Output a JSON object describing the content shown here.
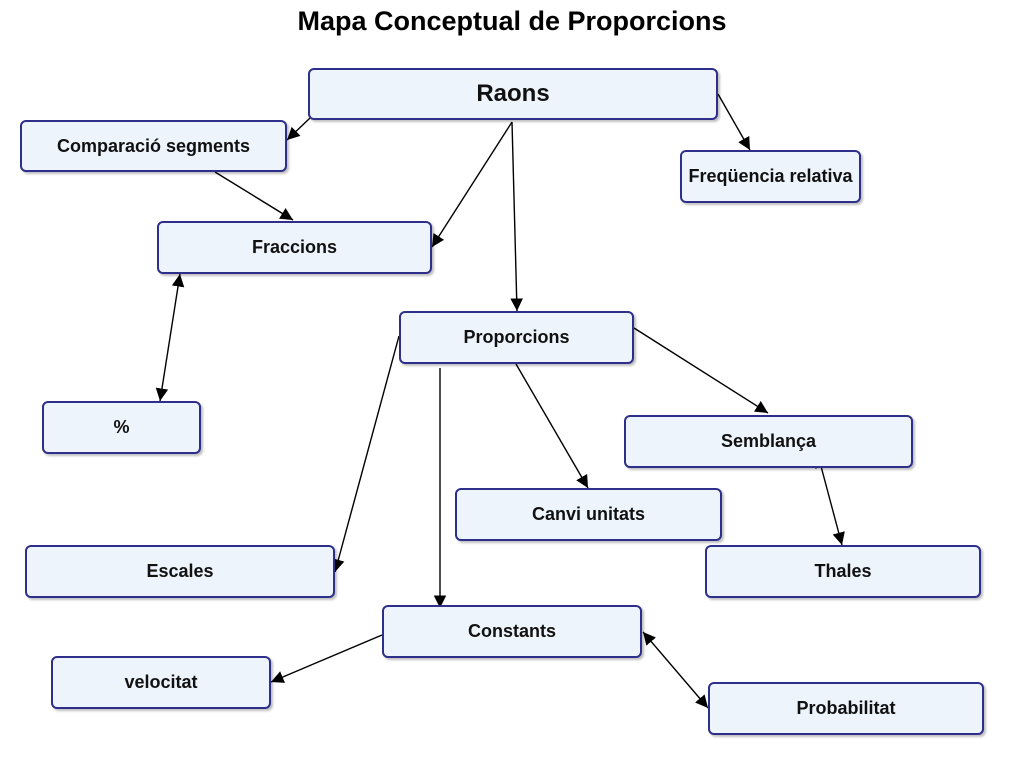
{
  "title": "Mapa Conceptual de Proporcions",
  "colors": {
    "border": "#2e2f8a",
    "fill": "#eef4fc",
    "arrow": "#000000"
  },
  "nodes": {
    "raons": "Raons",
    "comparacio": "Comparació segments",
    "frequencia": "Freqüencia relativa",
    "fraccions": "Fraccions",
    "proporcions": "Proporcions",
    "percent": "%",
    "semblanca": "Semblança",
    "canvi": "Canvi unitats",
    "escales": "Escales",
    "thales": "Thales",
    "constants": "Constants",
    "velocitat": "velocitat",
    "probabilitat": "Probabilitat"
  },
  "edges": [
    {
      "from": "raons",
      "to": "comparacio",
      "bidirectional": false
    },
    {
      "from": "raons",
      "to": "frequencia",
      "bidirectional": false
    },
    {
      "from": "raons",
      "to": "fraccions",
      "bidirectional": false
    },
    {
      "from": "raons",
      "to": "proporcions",
      "bidirectional": false
    },
    {
      "from": "comparacio",
      "to": "fraccions",
      "bidirectional": false
    },
    {
      "from": "fraccions",
      "to": "percent",
      "bidirectional": true
    },
    {
      "from": "proporcions",
      "to": "escales",
      "bidirectional": false
    },
    {
      "from": "proporcions",
      "to": "constants",
      "bidirectional": false
    },
    {
      "from": "proporcions",
      "to": "canvi",
      "bidirectional": false
    },
    {
      "from": "proporcions",
      "to": "semblanca",
      "bidirectional": false
    },
    {
      "from": "semblanca",
      "to": "thales",
      "bidirectional": true
    },
    {
      "from": "constants",
      "to": "velocitat",
      "bidirectional": false
    },
    {
      "from": "constants",
      "to": "probabilitat",
      "bidirectional": true
    }
  ]
}
